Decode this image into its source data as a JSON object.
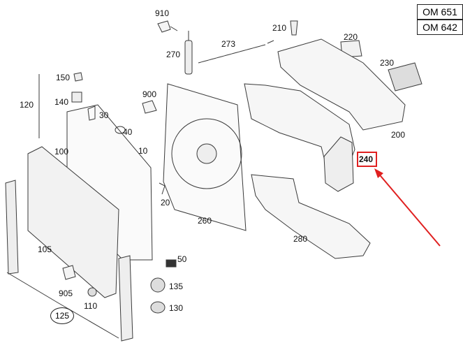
{
  "engine_codes": [
    "OM 651",
    "OM 642"
  ],
  "parts": [
    {
      "id": "910"
    },
    {
      "id": "210"
    },
    {
      "id": "220"
    },
    {
      "id": "273"
    },
    {
      "id": "270"
    },
    {
      "id": "230"
    },
    {
      "id": "150"
    },
    {
      "id": "140"
    },
    {
      "id": "120"
    },
    {
      "id": "30"
    },
    {
      "id": "900"
    },
    {
      "id": "200"
    },
    {
      "id": "40"
    },
    {
      "id": "100"
    },
    {
      "id": "10"
    },
    {
      "id": "240"
    },
    {
      "id": "20"
    },
    {
      "id": "260"
    },
    {
      "id": "280"
    },
    {
      "id": "105"
    },
    {
      "id": "50"
    },
    {
      "id": "905"
    },
    {
      "id": "135"
    },
    {
      "id": "110"
    },
    {
      "id": "130"
    },
    {
      "id": "125"
    }
  ],
  "highlighted_part": "240",
  "colors": {
    "highlight": "#e02020",
    "line": "#222222",
    "parts_tint": "#8b1a1a"
  }
}
